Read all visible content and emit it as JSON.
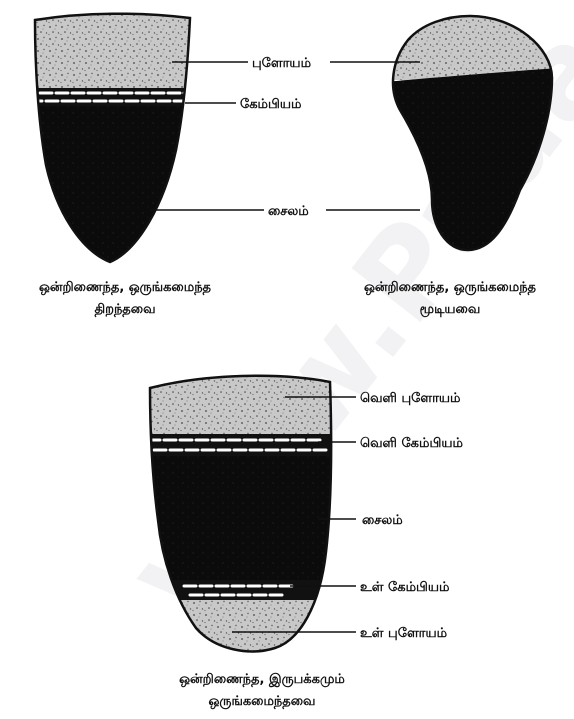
{
  "watermark": "www.Padasalai",
  "top_left": {
    "caption_line1": "ஒன்றிணைந்த, ஒருங்கமைந்த",
    "caption_line2": "திறந்தவை"
  },
  "top_right": {
    "caption_line1": "ஒன்றிணைந்த, ஒருங்கமைந்த",
    "caption_line2": "மூடியவை"
  },
  "top_labels": {
    "phloem": "புளோயம்",
    "cambium": "கேம்பியம்",
    "xylem": "சைலம்"
  },
  "bottom": {
    "caption_line1": "ஒன்றிணைந்த, இருபக்கமும்",
    "caption_line2": "ஒருங்கமைந்தவை",
    "labels": {
      "outer_phloem": "வெளி புளோயம்",
      "outer_cambium": "வெளி கேம்பியம்",
      "xylem": "சைலம்",
      "inner_cambium": "உள் கேம்பியம்",
      "inner_phloem": "உள் புளோயம்"
    }
  }
}
